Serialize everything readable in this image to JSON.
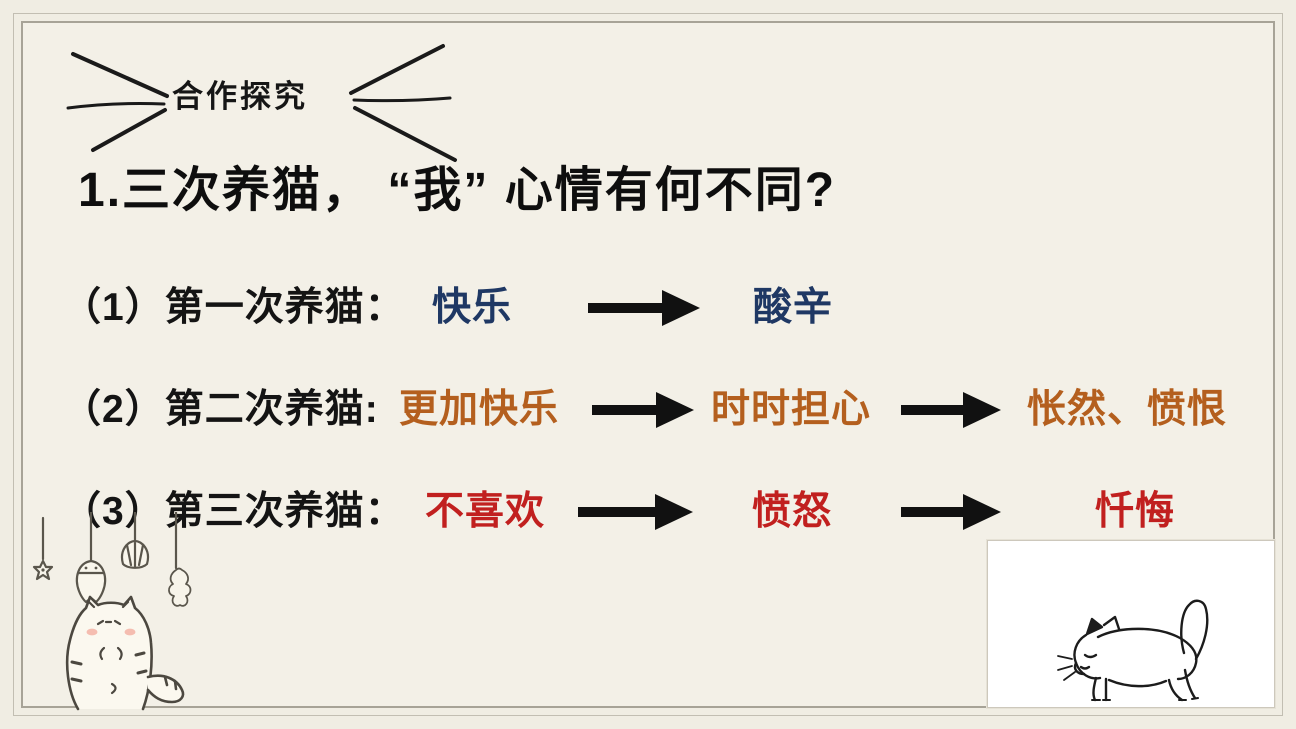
{
  "slide": {
    "badge": {
      "label": "合作探究"
    },
    "title": "1.三次养猫， “我” 心情有何不同?",
    "rows": [
      {
        "label": "（1）第一次养猫：",
        "stages": [
          "快乐",
          "酸辛"
        ],
        "stage_color": "#1f3864"
      },
      {
        "label": "（2）第二次养猫:",
        "stages": [
          "更加快乐",
          "时时担心",
          "怅然、愤恨"
        ],
        "stage_color": "#b45f1e"
      },
      {
        "label": "（3）第三次养猫：",
        "stages": [
          "不喜欢",
          "愤怒",
          "忏悔"
        ],
        "stage_color": "#c1201f"
      }
    ],
    "colors": {
      "background": "#f0ede3",
      "frame_line": "#a7a397",
      "text": "#141414",
      "arrow": "#111111",
      "row1_stage": "#1f3864",
      "row2_stage": "#b45f1e",
      "row3_stage": "#c1201f"
    },
    "icons": {
      "flow_arrow": "right-arrow-icon",
      "badge_decoration": "sketch-radiating-lines-icon",
      "bottom_left_decoration": "cat-with-hanging-toys-illustration",
      "bottom_right_decoration": "walking-cat-sketch-illustration"
    }
  }
}
